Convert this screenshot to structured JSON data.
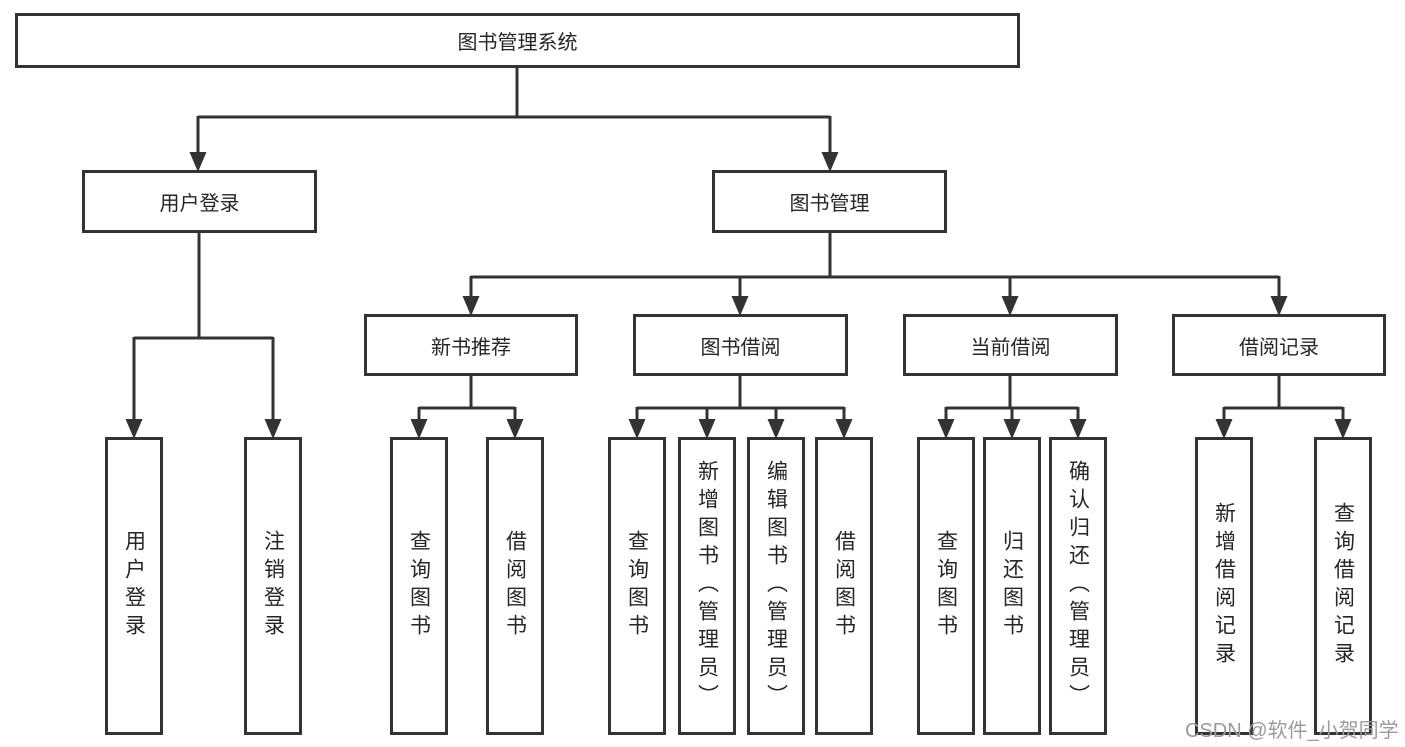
{
  "title": "图书管理系统",
  "watermark": "CSDN @软件_小贺同学",
  "colors": {
    "line": "#333333",
    "border": "#333333",
    "text": "#262626",
    "watermark": "#9b9b9b",
    "background": "#ffffff"
  },
  "tree": {
    "label": "图书管理系统",
    "children": [
      {
        "label": "用户登录",
        "children": [
          {
            "label": "用户登录"
          },
          {
            "label": "注销登录"
          }
        ]
      },
      {
        "label": "图书管理",
        "children": [
          {
            "label": "新书推荐",
            "children": [
              {
                "label": "查询图书"
              },
              {
                "label": "借阅图书"
              }
            ]
          },
          {
            "label": "图书借阅",
            "children": [
              {
                "label": "查询图书"
              },
              {
                "label": "新增图书（管理员）"
              },
              {
                "label": "编辑图书（管理员）"
              },
              {
                "label": "借阅图书"
              }
            ]
          },
          {
            "label": "当前借阅",
            "children": [
              {
                "label": "查询图书"
              },
              {
                "label": "归还图书"
              },
              {
                "label": "确认归还（管理员）"
              }
            ]
          },
          {
            "label": "借阅记录",
            "children": [
              {
                "label": "新增借阅记录"
              },
              {
                "label": "查询借阅记录"
              }
            ]
          }
        ]
      }
    ]
  }
}
